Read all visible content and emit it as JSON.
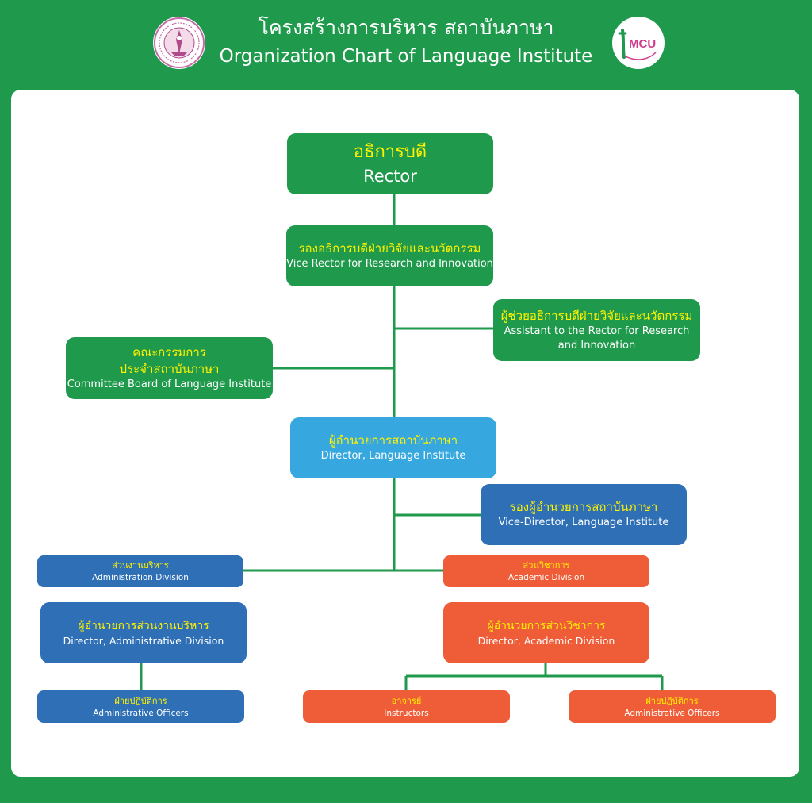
{
  "header": {
    "title_th": "โครงสร้างการบริหาร สถาบันภาษา",
    "title_en": "Organization Chart of Language Institute",
    "logo_right_text": "MCU"
  },
  "colors": {
    "background_green": "#1f9a4c",
    "box_green": "#1f9a4c",
    "box_sky": "#36a8df",
    "box_blue": "#2e6fb6",
    "box_orange": "#ef5d38",
    "thai_text": "#fff200",
    "connector": "#1f9a4c"
  },
  "chart": {
    "rector": {
      "th": "อธิการบดี",
      "en": "Rector"
    },
    "vice_rector": {
      "th": "รองอธิการบดีฝ่ายวิจัยและนวัตกรรม",
      "en": "Vice Rector for Research and Innovation"
    },
    "assistant": {
      "th": "ผู้ช่วยอธิการบดีฝ่ายวิจัยและนวัตกรรม",
      "en1": "Assistant to the Rector for Research",
      "en2": "and Innovation"
    },
    "committee": {
      "th1": "คณะกรรมการ",
      "th2": "ประจำสถาบันภาษา",
      "en": "Committee Board of Language Institute"
    },
    "director": {
      "th": "ผู้อำนวยการสถาบันภาษา",
      "en": "Director, Language Institute"
    },
    "vice_director": {
      "th": "รองผู้อำนวยการสถาบันภาษา",
      "en": "Vice-Director, Language Institute"
    },
    "admin_division": {
      "th": "ส่วนงานบริหาร",
      "en": "Administration Division"
    },
    "admin_director": {
      "th": "ผู้อำนวยการส่วนงานบริหาร",
      "en": "Director, Administrative Division"
    },
    "admin_officers": {
      "th": "ฝ่ายปฏิบัติการ",
      "en": "Administrative Officers"
    },
    "academic_division": {
      "th": "ส่วนวิชาการ",
      "en": "Academic Division"
    },
    "academic_director": {
      "th": "ผู้อำนวยการส่วนวิชาการ",
      "en": "Director, Academic Division"
    },
    "instructors": {
      "th": "อาจารย์",
      "en": "Instructors"
    },
    "academic_officers": {
      "th": "ฝ่ายปฏิบัติการ",
      "en": "Administrative Officers"
    }
  }
}
